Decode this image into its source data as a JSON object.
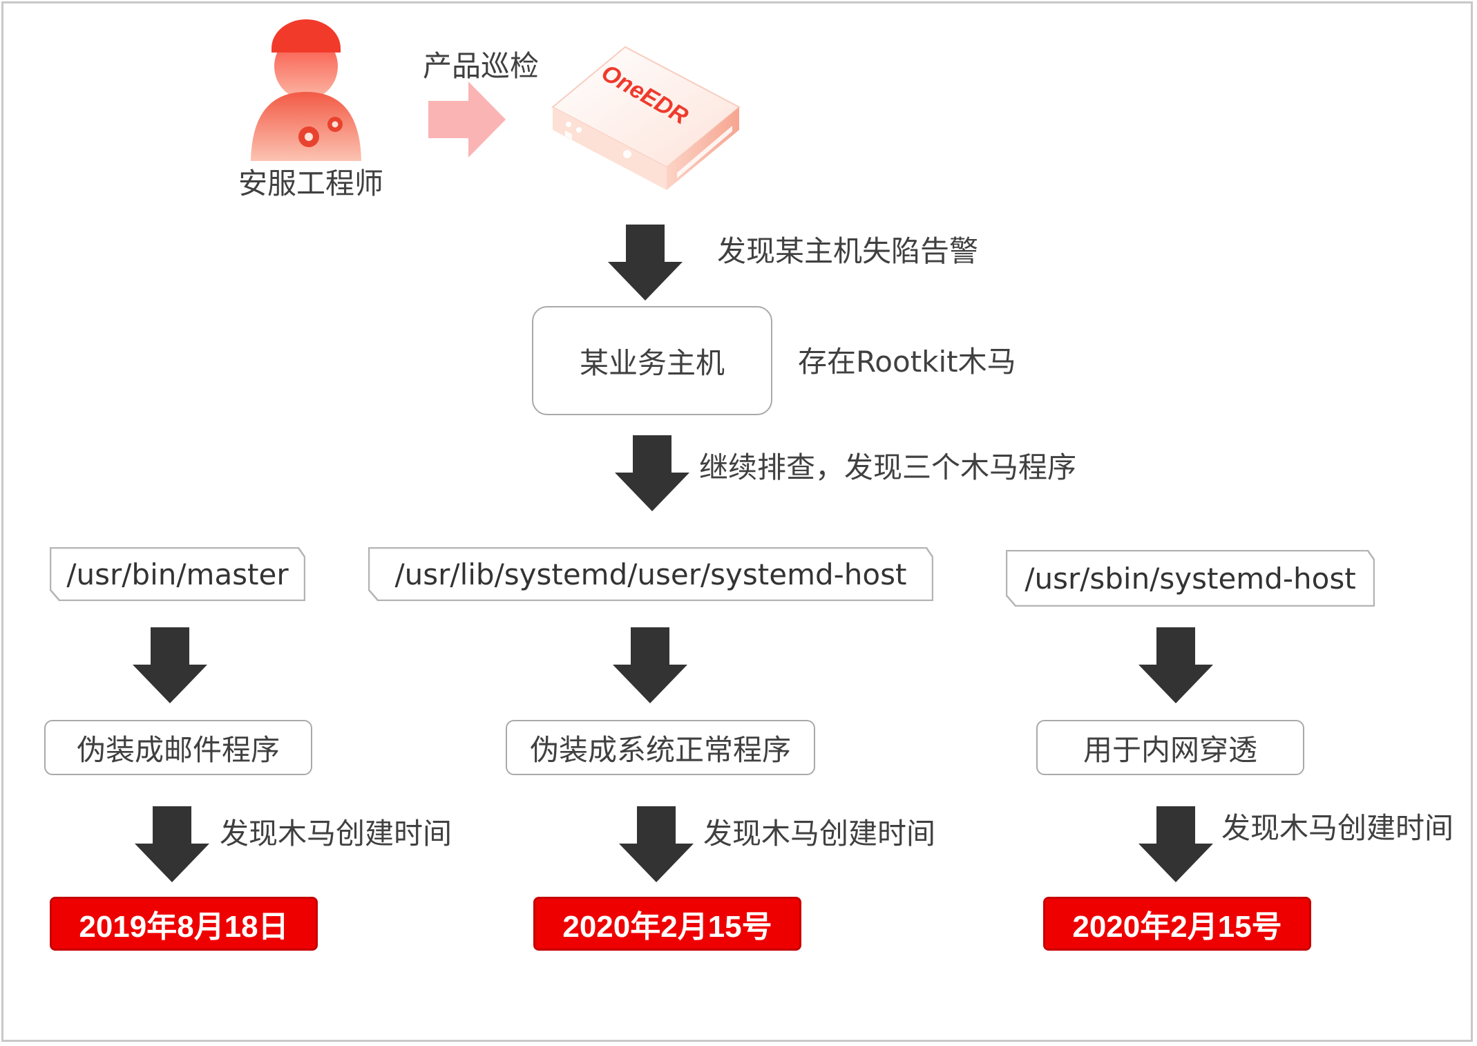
{
  "engineer_label": "安服工程师",
  "inspection_label": "产品巡检",
  "device_logo": "OneEDR",
  "alert_label": "发现某主机失陷告警",
  "host_box": "某业务主机",
  "rootkit_label": "存在Rootkit木马",
  "continue_label": "继续排查，发现三个木马程序",
  "branches": [
    {
      "path": "/usr/bin/master",
      "purpose": "伪装成邮件程序",
      "found_label": "发现木马创建时间",
      "date": "2019年8月18日"
    },
    {
      "path": "/usr/lib/systemd/user/systemd-host",
      "purpose": "伪装成系统正常程序",
      "found_label": "发现木马创建时间",
      "date": "2020年2月15号"
    },
    {
      "path": "/usr/sbin/systemd-host",
      "purpose": "用于内网穿透",
      "found_label": "发现木马创建时间",
      "date": "2020年2月15号"
    }
  ],
  "colors": {
    "accent_red": "#ef0000",
    "arrow": "#333333",
    "border": "#a9a9a9"
  }
}
